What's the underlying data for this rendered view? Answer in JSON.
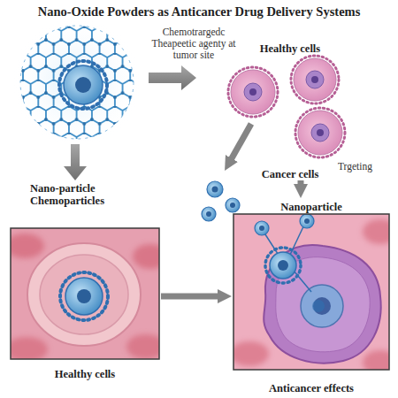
{
  "diagram": {
    "title": "Nano-Oxide Powders as Anticancer Drug Delivery Systems",
    "nodes": [
      {
        "text": [
          "Healthy cells",
          "Cancer cells"
        ]
      },
      {
        "text": [
          "Nano-particle Chemoparticles",
          "Healthy cells"
        ]
      },
      {
        "text": [
          "Nanoparticle",
          "Anticancer effects"
        ]
      }
    ],
    "edges": [
      {
        "from": 1,
        "to": 2,
        "arrow": "to"
      },
      {
        "from": 0,
        "to": 2,
        "arrow": "to"
      }
    ],
    "labels": [
      "Chemotrargedc Theapeetic agenty at tumor site",
      "Trgeting"
    ]
  }
}
